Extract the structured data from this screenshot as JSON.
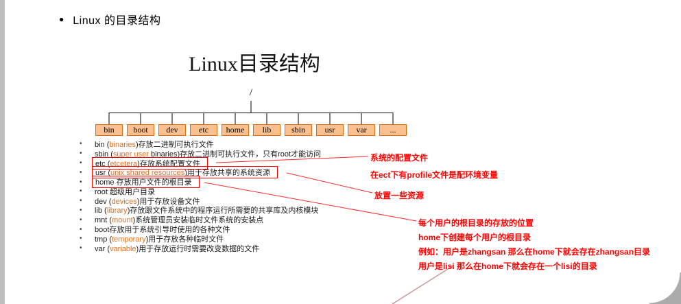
{
  "colors": {
    "highlight": "#E0701E",
    "annotation_red": "#FF0000",
    "line_red": "#FF2A2A",
    "box_fill": "#FAC090",
    "box_border": "#E36C0A"
  },
  "heading": {
    "bullet": "●",
    "text": "Linux 的目录结构"
  },
  "title": "Linux目录结构",
  "tree": {
    "root_label": "/",
    "nodes": [
      {
        "label": "bin"
      },
      {
        "label": "boot"
      },
      {
        "label": "dev"
      },
      {
        "label": "etc"
      },
      {
        "label": "home"
      },
      {
        "label": "lib"
      },
      {
        "label": "sbin"
      },
      {
        "label": "usr"
      },
      {
        "label": "var"
      },
      {
        "label": "..."
      }
    ]
  },
  "directory_list": {
    "bullet": "•",
    "items": [
      {
        "boxed": false,
        "segments": [
          {
            "text": "bin (",
            "color": "default"
          },
          {
            "text": "binaries",
            "color": "highlight"
          },
          {
            "text": ")存放二进制可执行文件",
            "color": "default"
          }
        ]
      },
      {
        "boxed": false,
        "segments": [
          {
            "text": "sbin (",
            "color": "default"
          },
          {
            "text": "super user",
            "color": "highlight"
          },
          {
            "text": " binaries)存放二进制可执行文件，只有root才能访问",
            "color": "default"
          }
        ]
      },
      {
        "boxed": true,
        "segments": [
          {
            "text": "etc (",
            "color": "default"
          },
          {
            "text": "etcetera",
            "color": "highlight"
          },
          {
            "text": ")存放系统配置文件",
            "color": "default"
          }
        ]
      },
      {
        "boxed": true,
        "segments": [
          {
            "text": "usr (",
            "color": "default"
          },
          {
            "text": "unix shared resources",
            "color": "highlight"
          },
          {
            "text": ")用于存放共享的系统资源",
            "color": "default"
          }
        ]
      },
      {
        "boxed": true,
        "segments": [
          {
            "text": "home 存放用户文件的根目录",
            "color": "default"
          }
        ]
      },
      {
        "boxed": false,
        "segments": [
          {
            "text": "root 超级用户目录",
            "color": "default"
          }
        ]
      },
      {
        "boxed": false,
        "segments": [
          {
            "text": "dev (",
            "color": "default"
          },
          {
            "text": "devices",
            "color": "highlight"
          },
          {
            "text": ")用于存放设备文件",
            "color": "default"
          }
        ]
      },
      {
        "boxed": false,
        "segments": [
          {
            "text": "lib (",
            "color": "default"
          },
          {
            "text": "library",
            "color": "highlight"
          },
          {
            "text": ")存放跟文件系统中的程序运行所需要的共享库及内核模块",
            "color": "default"
          }
        ]
      },
      {
        "boxed": false,
        "segments": [
          {
            "text": "mnt (",
            "color": "default"
          },
          {
            "text": "mount",
            "color": "highlight"
          },
          {
            "text": ")系统管理员安装临时文件系统的安装点",
            "color": "default"
          }
        ]
      },
      {
        "boxed": false,
        "segments": [
          {
            "text": "boot存放用于系统引导时使用的各种文件",
            "color": "default"
          }
        ]
      },
      {
        "boxed": false,
        "segments": [
          {
            "text": "tmp (",
            "color": "default"
          },
          {
            "text": "temporary",
            "color": "highlight"
          },
          {
            "text": ")用于存放各种临时文件",
            "color": "default"
          }
        ]
      },
      {
        "boxed": false,
        "segments": [
          {
            "text": "var (",
            "color": "default"
          },
          {
            "text": "variable",
            "color": "highlight"
          },
          {
            "text": ")用于存放运行时需要改变数据的文件",
            "color": "default"
          }
        ]
      }
    ]
  },
  "annotations": {
    "items": [
      {
        "text": "系统的配置文件"
      },
      {
        "text": "在ect下有profile文件是配环境变量"
      },
      {
        "text": "放置一些资源"
      },
      {
        "text": "每个用户的根目录的存放的位置"
      },
      {
        "text": "home下创建每个用户的根目录"
      },
      {
        "text": "例如：用户是zhangsan 那么在home下就会存在zhangsan目录"
      },
      {
        "text": "用户是lisi 那么在home下就会存在一个lisi的目录"
      }
    ]
  }
}
